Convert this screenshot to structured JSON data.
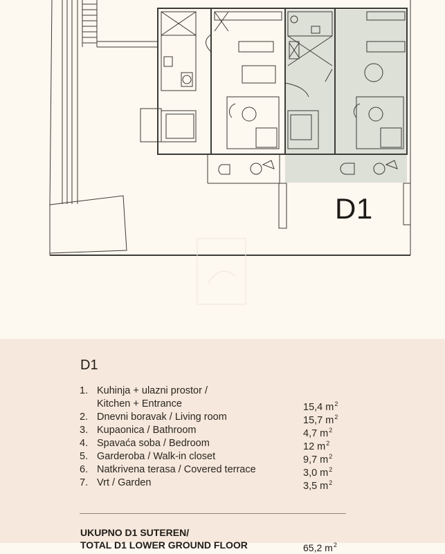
{
  "plan": {
    "unit_label": "D1",
    "highlight_color": "#dde0d6",
    "line_color": "#3c3a35",
    "background_color": "#fdf8f0"
  },
  "info": {
    "unit_title": "D1",
    "rooms": [
      {
        "num": "1.",
        "name_line1": "Kuhinja + ulazni prostor /",
        "name_line2": "Kitchen + Entrance",
        "area": "15,4 m",
        "unit_sup": "2"
      },
      {
        "num": "2.",
        "name_line1": "Dnevni boravak / Living room",
        "area": "15,7 m",
        "unit_sup": "2"
      },
      {
        "num": "3.",
        "name_line1": "Kupaonica / Bathroom",
        "area": "4,7 m",
        "unit_sup": "2"
      },
      {
        "num": "4.",
        "name_line1": "Spavaća soba / Bedroom",
        "area": "12 m",
        "unit_sup": "2"
      },
      {
        "num": "5.",
        "name_line1": "Garderoba / Walk-in closet",
        "area": "9,7 m",
        "unit_sup": "2"
      },
      {
        "num": "6.",
        "name_line1": "Natkrivena terasa / Covered terrace",
        "area": "3,0 m",
        "unit_sup": "2"
      },
      {
        "num": "7.",
        "name_line1": "Vrt / Garden",
        "area": "3,5 m",
        "unit_sup": "2"
      }
    ],
    "total_label_1": "UKUPNO D1 SUTEREN/",
    "total_label_2": "TOTAL D1 LOWER GROUND FLOOR",
    "total_area": "65,2 m",
    "total_sup": "2",
    "panel_color": "#f6e8dc"
  }
}
